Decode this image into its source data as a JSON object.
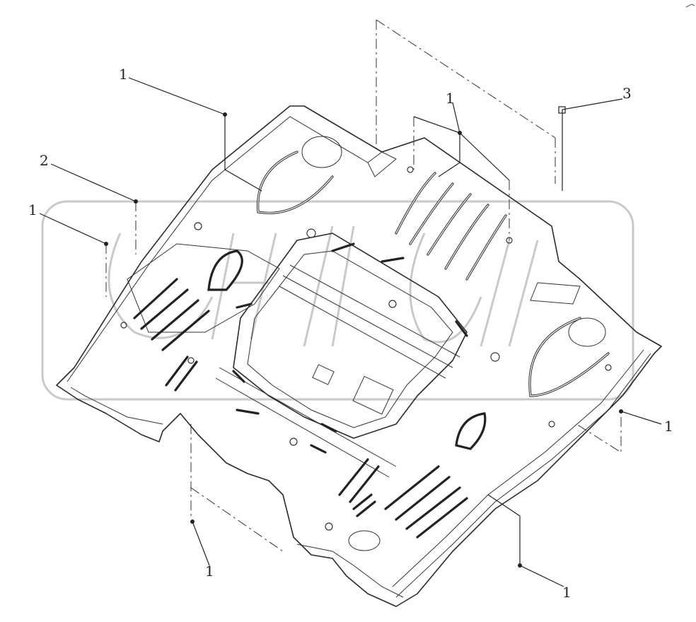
{
  "diagram": {
    "callouts": [
      {
        "id": "c1",
        "label": "1"
      },
      {
        "id": "c2",
        "label": "2"
      },
      {
        "id": "c3",
        "label": "1"
      },
      {
        "id": "c4",
        "label": "1"
      },
      {
        "id": "c5",
        "label": "3"
      },
      {
        "id": "c6",
        "label": "1"
      },
      {
        "id": "c7",
        "label": "1"
      },
      {
        "id": "c8",
        "label": "1"
      }
    ]
  }
}
